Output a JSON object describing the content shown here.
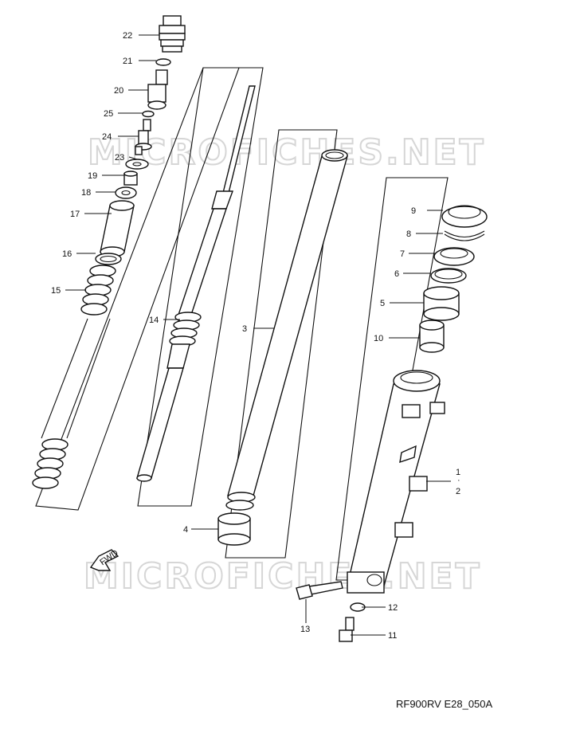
{
  "watermark": "MICROFICHES.NET",
  "diagram_code": "RF900RV E28_050A",
  "direction_arrow_text": "FWD",
  "callouts": {
    "c1": "1",
    "c2": "2",
    "c3": "3",
    "c4": "4",
    "c5": "5",
    "c6": "6",
    "c7": "7",
    "c8": "8",
    "c9": "9",
    "c10": "10",
    "c11": "11",
    "c12": "12",
    "c13": "13",
    "c14": "14",
    "c15": "15",
    "c16": "16",
    "c17": "17",
    "c18": "18",
    "c19": "19",
    "c20": "20",
    "c21": "21",
    "c22": "22",
    "c23": "23",
    "c24": "24",
    "c25": "25"
  },
  "colors": {
    "line": "#111111",
    "watermark": "#d6d6d6"
  }
}
